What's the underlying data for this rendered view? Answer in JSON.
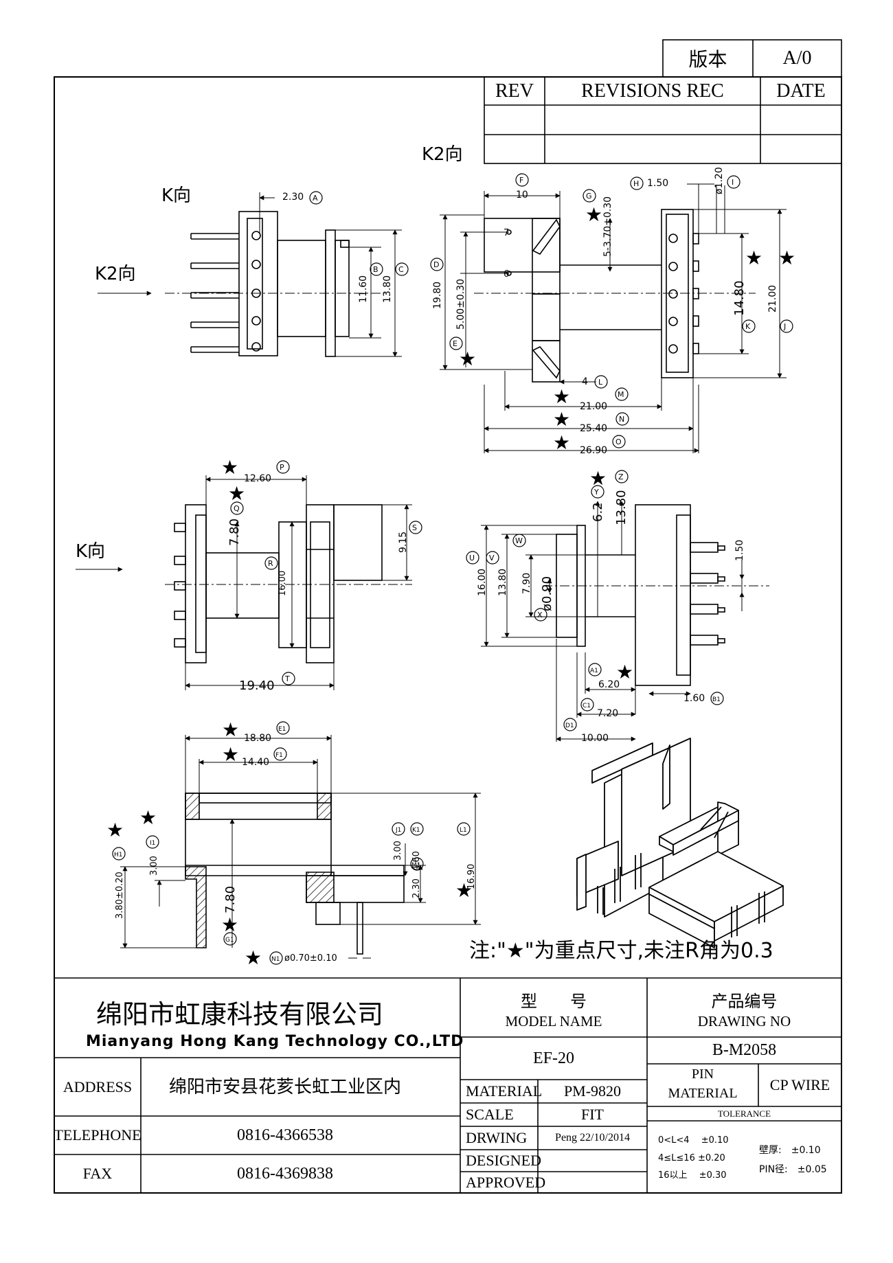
{
  "revision_block": {
    "version_label": "版本",
    "version_value": "A/0",
    "rev_header": "REV",
    "revisions_header": "REVISIONS REC",
    "date_header": "DATE"
  },
  "view_labels": {
    "k_view": "K向",
    "k2_view_top": "K2向",
    "k2_arrow": "K2向",
    "k_arrow": "K向"
  },
  "dimensions": {
    "a": "2.30",
    "b": "11.60",
    "c": "13.80",
    "d": "19.80",
    "e": "5.00±0.30",
    "f": "10",
    "g": "5-3.70±0.30",
    "h": "1.50",
    "i": "ø1.20",
    "j": "21.00",
    "k": "14.80",
    "l": "4",
    "m": "21.00",
    "n": "25.40",
    "o": "26.90",
    "p": "12.60",
    "q": "7.80",
    "r": "16.00",
    "s": "9.15",
    "t": "19.40",
    "u": "16.00",
    "v": "13.80",
    "w": "7.90",
    "x": "ø0.90",
    "y": "6.2",
    "z": "13.80",
    "pin_pitch": "1.50",
    "a1": "6.20",
    "b1": "1.60",
    "c1": "7.20",
    "d1": "10.00",
    "e1": "18.80",
    "f1": "14.40",
    "g1": "7.80",
    "h1": "3.80±0.20",
    "i1": "3.00",
    "j1": "3.00",
    "k1": "4.60",
    "l1": "16.90",
    "m1": "2.30",
    "n1": "ø0.70±0.10"
  },
  "pin_numbers": [
    "7",
    "6"
  ],
  "note": "注:\"★\"为重点尺寸,未注R角为0.3",
  "title_block": {
    "company_cn": "绵阳市虹康科技有限公司",
    "company_en": "Mianyang Hong Kang Technology CO.,LTD",
    "model_label_cn": "型　　号",
    "model_label_en": "MODEL NAME",
    "model_value": "EF-20",
    "drawing_no_label_cn": "产品编号",
    "drawing_no_label_en": "DRAWING NO",
    "drawing_no_value": "B-M2058",
    "address_label": "ADDRESS",
    "address_value": "绵阳市安县花荄长虹工业区内",
    "telephone_label": "TELEPHONE",
    "telephone_value": "0816-4366538",
    "fax_label": "FAX",
    "fax_value": "0816-4369838",
    "material_label": "MATERIAL",
    "material_value": "PM-9820",
    "pin_material_label_1": "PIN",
    "pin_material_label_2": "MATERIAL",
    "pin_material_value": "CP WIRE",
    "scale_label": "SCALE",
    "scale_value": "FIT",
    "drwing_label": "DRWING",
    "drwing_value": "Peng 22/10/2014",
    "designed_label": "DESIGNED",
    "approved_label": "APPROVED",
    "tolerance_label": "TOLERANCE",
    "tol_1": "0<L<4　 ±0.10",
    "tol_2": "4≤L≤16 ±0.20",
    "tol_3": "16以上　 ±0.30",
    "wall_tol": "壁厚:　±0.10",
    "pin_tol": "PIN径:　±0.05"
  }
}
